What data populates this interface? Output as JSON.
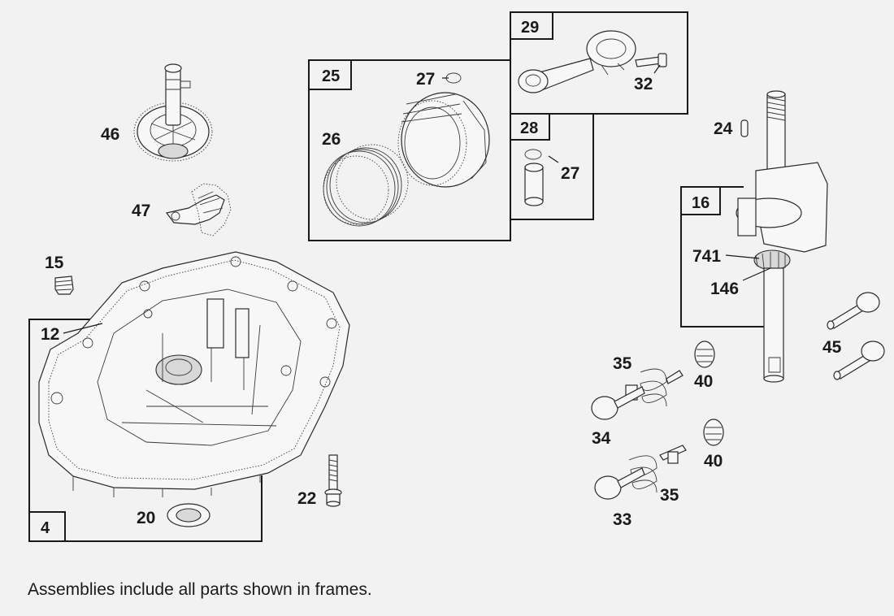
{
  "frames": {
    "f25": "25",
    "f29": "29",
    "f28": "28",
    "f16": "16",
    "f4": "4"
  },
  "callouts": {
    "c46": "46",
    "c47": "47",
    "c15": "15",
    "c12": "12",
    "c20": "20",
    "c22": "22",
    "c26": "26",
    "c27a": "27",
    "c27b": "27",
    "c32": "32",
    "c24": "24",
    "c741": "741",
    "c146": "146",
    "c45": "45",
    "c35a": "35",
    "c40a": "40",
    "c34": "34",
    "c40b": "40",
    "c35b": "35",
    "c33": "33"
  },
  "footnote": "Assemblies include all parts shown in frames."
}
